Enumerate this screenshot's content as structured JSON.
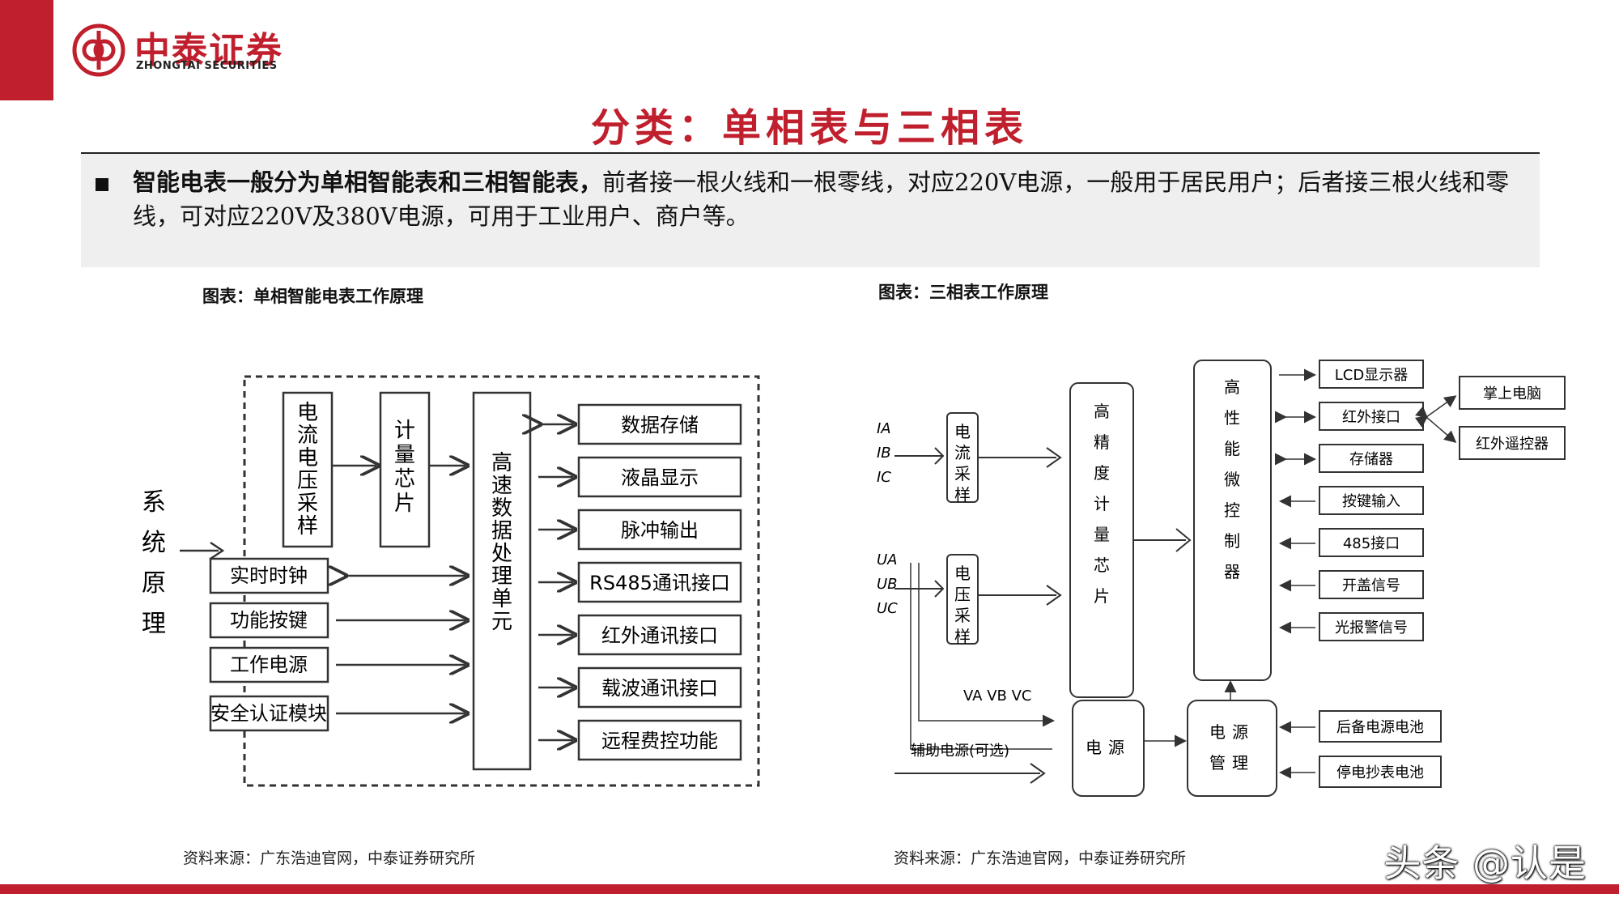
{
  "brand": {
    "name_cn": "中泰证券",
    "name_en": "ZHONGTAI SECURITIES",
    "color": "#c0202e"
  },
  "title": "分类：单相表与三相表",
  "intro": {
    "bold": "智能电表一般分为单相智能表和三相智能表，",
    "rest": "前者接一根火线和一根零线，对应220V电源，一般用于居民用户；后者接三根火线和零线，可对应220V及380V电源，可用于工业用户、商户等。"
  },
  "figure1": {
    "caption": "图表：单相智能电表工作原理",
    "source": "资料来源：广东浩迪官网，中泰证券研究所",
    "system_label": [
      "系",
      "统",
      "原",
      "理"
    ],
    "sampling": "电流电压采样",
    "metering_chip": "计量芯片",
    "processor": "高速数据处理单元",
    "left_modules": [
      "实时时钟",
      "功能按键",
      "工作电源",
      "安全认证模块"
    ],
    "right_modules": [
      "数据存储",
      "液晶显示",
      "脉冲输出",
      "RS485通讯接口",
      "红外通讯接口",
      "载波通讯接口",
      "远程费控功能"
    ]
  },
  "figure2": {
    "caption": "图表：三相表工作原理",
    "source": "资料来源：广东浩迪官网，中泰证券研究所",
    "current_inputs": [
      "IA",
      "IB",
      "IC"
    ],
    "voltage_inputs": [
      "UA",
      "UB",
      "UC"
    ],
    "current_sampling": "电流采样",
    "voltage_sampling": "电压采样",
    "metering_chip": "高精度计量芯片",
    "mcu": "高性能微控制器",
    "peripherals": [
      "LCD显示器",
      "红外接口",
      "存储器",
      "按键输入",
      "485接口",
      "开盖信号",
      "光报警信号"
    ],
    "ir_devices": [
      "掌上电脑",
      "红外遥控器"
    ],
    "vabc_label": "VA VB VC",
    "aux_power": "辅助电源(可选)",
    "power": "电源",
    "power_mgmt": "电源管理",
    "batteries": [
      "后备电源电池",
      "停电抄表电池"
    ]
  },
  "watermark": "头条 @认是"
}
